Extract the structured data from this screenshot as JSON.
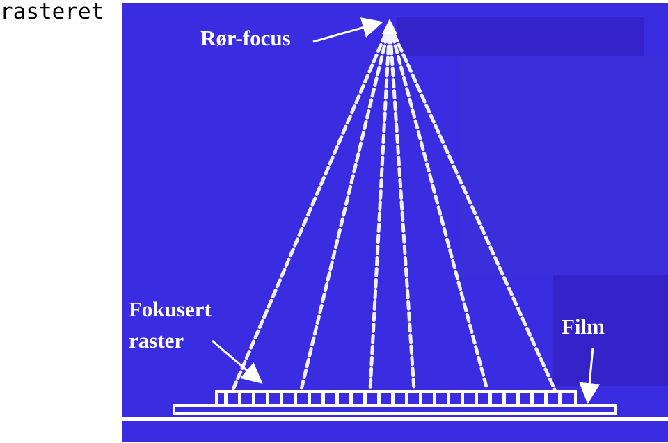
{
  "page_label": "rasteret",
  "diagram": {
    "labels": {
      "focus": "Rør-focus",
      "grid_line1": "Fokusert",
      "grid_line2": "raster",
      "film": "Film"
    },
    "colors": {
      "background": "#3a2ce0",
      "background_dark": "#3423c8",
      "beam": "#f2f2ff",
      "text": "#ffffff"
    }
  }
}
